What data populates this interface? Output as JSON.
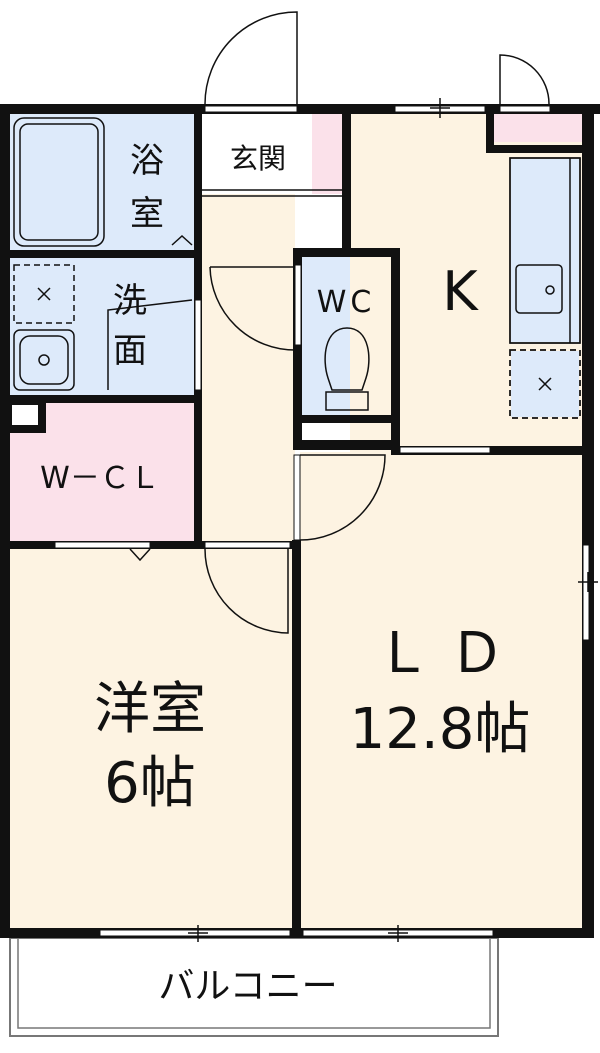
{
  "colors": {
    "wall": "#111111",
    "wet_area": "#ddeafa",
    "closet": "#fbe1ea",
    "living": "#fdf3e2",
    "hall": "#fdf3e2",
    "outline": "#888888",
    "background": "#ffffff"
  },
  "rooms": {
    "bath": {
      "line1": "浴",
      "line2": "室"
    },
    "genkan": {
      "label": "玄関"
    },
    "senmen": {
      "line1": "洗",
      "line2": "面"
    },
    "wc": {
      "label": "WC"
    },
    "kitchen": {
      "label": "K"
    },
    "wcl": {
      "label": "W－ＣＬ"
    },
    "yoshitsu": {
      "line1": "洋室",
      "line2": "6帖"
    },
    "ld": {
      "line1": "Ｌ Ｄ",
      "line2": "12.8帖"
    },
    "balcony": {
      "label": "バルコニー"
    }
  },
  "icons": [
    "bathtub-icon",
    "washer-pan-icon",
    "wash-basin-icon",
    "toilet-icon",
    "sink-icon",
    "stove-icon",
    "refrigerator-space-icon",
    "door-swing-icon",
    "window-icon"
  ]
}
